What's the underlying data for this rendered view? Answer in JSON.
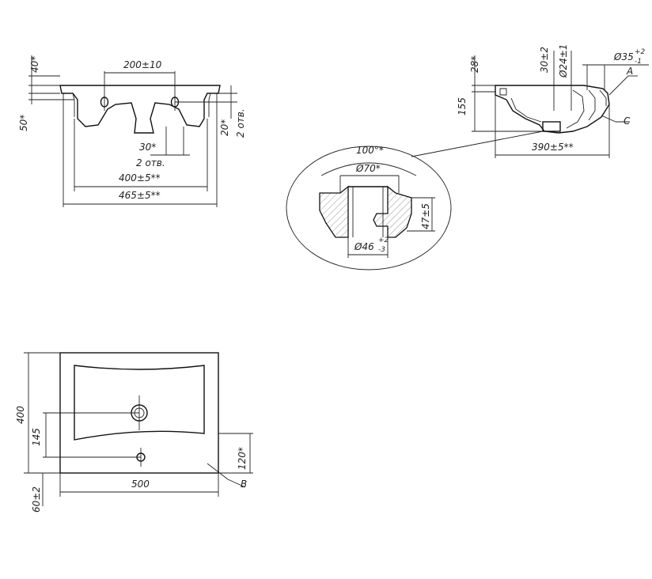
{
  "front_view": {
    "dim_top_thickness": "40*",
    "dim_hole_spacing": "200±10",
    "dim_left_height": "50*",
    "dim_right_depth": "20*",
    "dim_right_holes": "2 отв.",
    "dim_hole_offset": "30*",
    "dim_hole_count": "2 отв.",
    "dim_inner_width": "400±5**",
    "dim_outer_width": "465±5**"
  },
  "side_view": {
    "dim_rim": "28*",
    "dim_overflow_height": "30±2",
    "dim_drain_diam": "Ø24±1",
    "dim_overflow_diam": "Ø35",
    "dim_overflow_tol_upper": "+2",
    "dim_overflow_tol_lower": "-1",
    "dim_height": "155",
    "dim_depth": "390±5**",
    "callout_a": "A",
    "callout_c": "C"
  },
  "detail_view": {
    "dim_angle": "100°*",
    "dim_top_diam": "Ø70*",
    "dim_height": "47±5",
    "dim_bottom_diam": "Ø46",
    "dim_bottom_tol_upper": "+2",
    "dim_bottom_tol_lower": "-3"
  },
  "plan_view": {
    "dim_depth": "400",
    "dim_hole_y": "145",
    "dim_edge": "60±2",
    "dim_overflow_offset": "120*",
    "dim_width": "500",
    "callout_b": "B"
  }
}
